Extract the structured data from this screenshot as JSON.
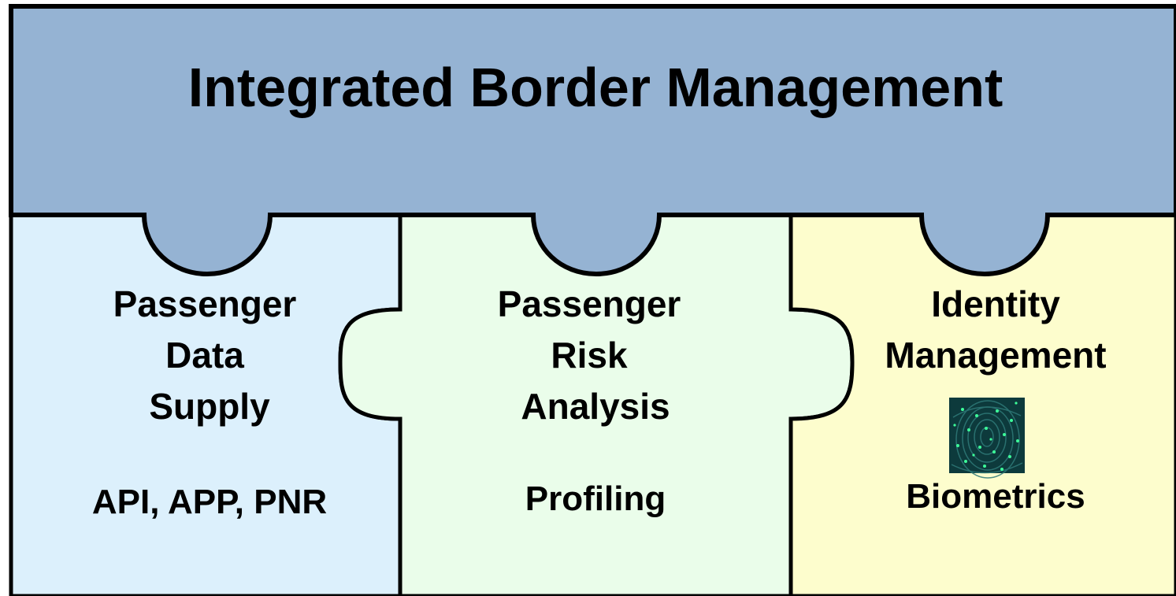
{
  "title": "Integrated Border Management",
  "pieces": [
    {
      "lines": [
        "Passenger",
        "Data",
        "Supply"
      ],
      "detail": "API, APP, PNR"
    },
    {
      "lines": [
        "Passenger",
        "Risk",
        "Analysis"
      ],
      "detail": "Profiling"
    },
    {
      "lines": [
        "Identity",
        "Management"
      ],
      "detail": "Biometrics",
      "icon": "fingerprint-icon"
    }
  ],
  "colors": {
    "top_band": "#95b3d3",
    "piece_left": "#dcf0fc",
    "piece_middle": "#eafdea",
    "piece_right": "#fdfdcd",
    "outline": "#000000",
    "fingerprint_bg": "#0d3a3c",
    "fingerprint_dots": "#3dff9a"
  }
}
